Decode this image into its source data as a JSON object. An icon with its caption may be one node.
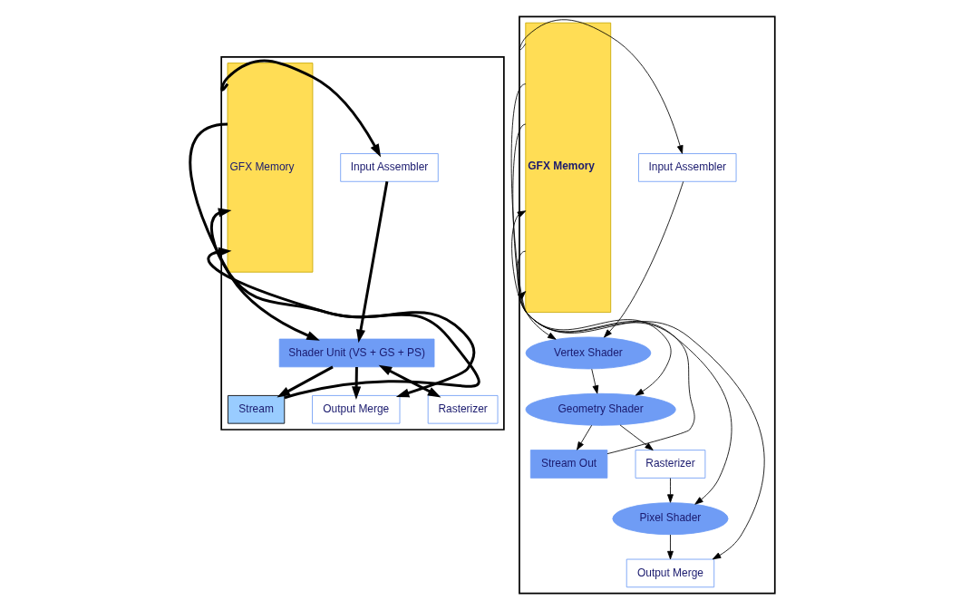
{
  "diagram": {
    "nodes": [
      {
        "text": [],
        "shape": "box"
      },
      {
        "text": [
          "Input Assembler"
        ],
        "in": 0
      },
      {
        "text": [
          "GFX Memory"
        ],
        "in": 0
      },
      {
        "text": [
          "Shader Unit (VS + GS + PS)"
        ],
        "in": 0
      },
      {
        "text": [
          "Stream"
        ],
        "in": 0
      },
      {
        "text": [
          "Output Merge"
        ],
        "in": 0
      },
      {
        "text": [
          "Rasterizer"
        ],
        "in": 0
      },
      {
        "text": [],
        "shape": "box"
      },
      {
        "text": [
          "Input Assembler"
        ],
        "in": 7
      },
      {
        "text": [
          "GFX Memory"
        ],
        "in": 7
      },
      {
        "text": [
          "Vertex Shader"
        ],
        "in": 7
      },
      {
        "text": [
          "Geometry Shader"
        ],
        "in": 7
      },
      {
        "text": [
          "Stream Out"
        ],
        "in": 7
      },
      {
        "text": [
          "Rasterizer"
        ],
        "in": 7
      },
      {
        "text": [
          "Pixel Shader"
        ],
        "in": 7
      },
      {
        "text": [
          "Output Merge"
        ],
        "in": 7
      }
    ],
    "edges": [
      {
        "from": 2,
        "to": 1,
        "arrow": "to",
        "style": "thick"
      },
      {
        "from": 1,
        "to": 3,
        "arrow": "to",
        "style": "thick"
      },
      {
        "from": 2,
        "to": 3,
        "arrow": "to",
        "style": "thick"
      },
      {
        "from": 3,
        "to": 4,
        "arrow": "to",
        "style": "thick"
      },
      {
        "from": 4,
        "to": 2,
        "arrow": "to",
        "style": "thick"
      },
      {
        "from": 3,
        "to": 5,
        "arrow": "to",
        "style": "thick"
      },
      {
        "from": 5,
        "to": 2,
        "arrow": "both",
        "style": "thick"
      },
      {
        "from": 3,
        "to": 6,
        "arrow": "both",
        "style": "thick"
      },
      {
        "from": 9,
        "to": 8,
        "arrow": "to"
      },
      {
        "from": 8,
        "to": 10,
        "arrow": "to"
      },
      {
        "from": 9,
        "to": 10,
        "arrow": "to"
      },
      {
        "from": 10,
        "to": 11,
        "arrow": "to"
      },
      {
        "from": 9,
        "to": 11,
        "arrow": "to"
      },
      {
        "from": 11,
        "to": 12,
        "arrow": "to"
      },
      {
        "from": 12,
        "to": 9,
        "arrow": "to"
      },
      {
        "from": 11,
        "to": 13,
        "arrow": "to"
      },
      {
        "from": 13,
        "to": 14,
        "arrow": "to"
      },
      {
        "from": 9,
        "to": 14,
        "arrow": "to"
      },
      {
        "from": 14,
        "to": 15,
        "arrow": "to"
      },
      {
        "from": 15,
        "to": 9,
        "arrow": "both"
      }
    ]
  }
}
